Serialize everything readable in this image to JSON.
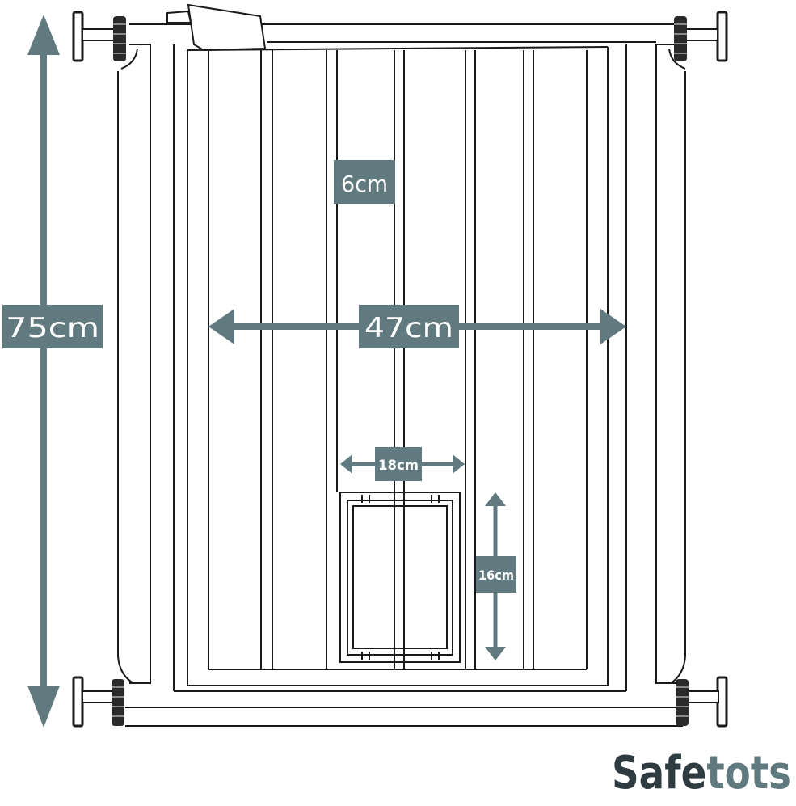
{
  "colors": {
    "accent": "#607a7f",
    "line": "#1a1a1a",
    "label_text": "#ffffff",
    "logo_dark": "#2e3b40",
    "logo_teal": "#607a7f"
  },
  "dimensions": {
    "height_label": "75cm",
    "width_label": "47cm",
    "bar_gap_label": "6cm",
    "door_width_label": "18cm",
    "door_height_label": "16cm"
  },
  "brand": {
    "logo_part1": "Safe",
    "logo_part2": "tots"
  },
  "icons": {
    "pressure_mount": "pressure-mount-icon"
  }
}
